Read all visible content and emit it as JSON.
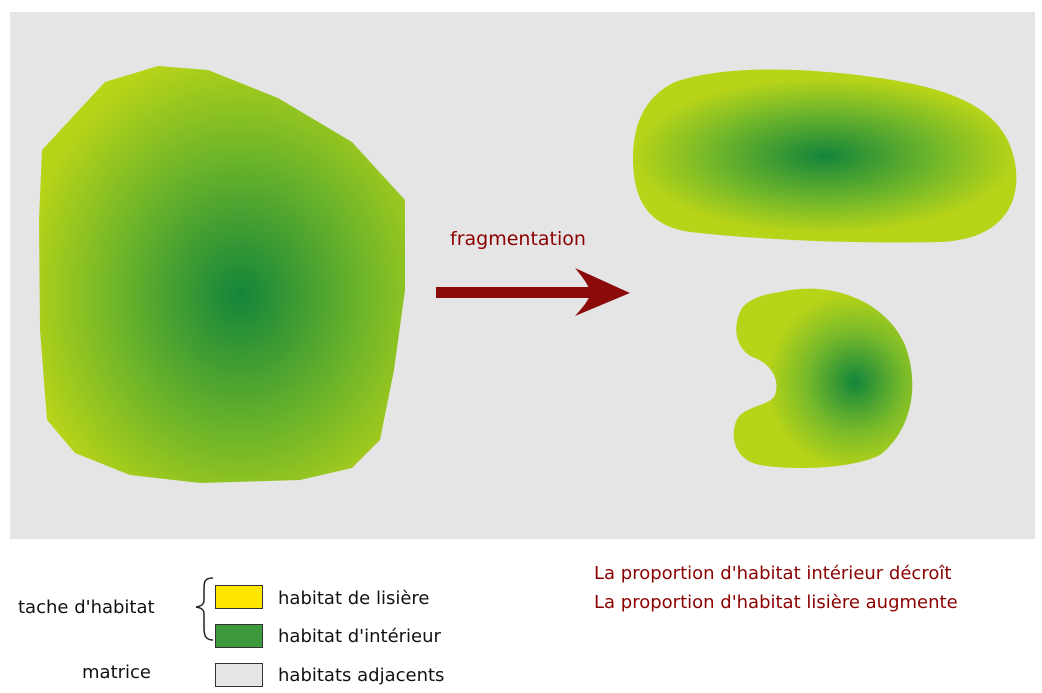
{
  "arrow_label": "fragmentation",
  "conclusion": {
    "line1": "La proportion d'habitat intérieur décroît",
    "line2": "La proportion d'habitat lisière augmente"
  },
  "legend": {
    "group_patch": "tache d'habitat",
    "group_matrix": "matrice",
    "items": [
      {
        "label": "habitat de lisière",
        "color": "#ffe600"
      },
      {
        "label": "habitat d'intérieur",
        "color": "#3c9a3c"
      },
      {
        "label": "habitats adjacents",
        "color": "#e5e5e5"
      }
    ]
  },
  "colors": {
    "edge_habitat": "#b8d418",
    "interior_habitat": "#13853a",
    "matrix": "#e5e5e5",
    "arrow": "#8b0a0a",
    "text_accent": "#8b0000"
  }
}
